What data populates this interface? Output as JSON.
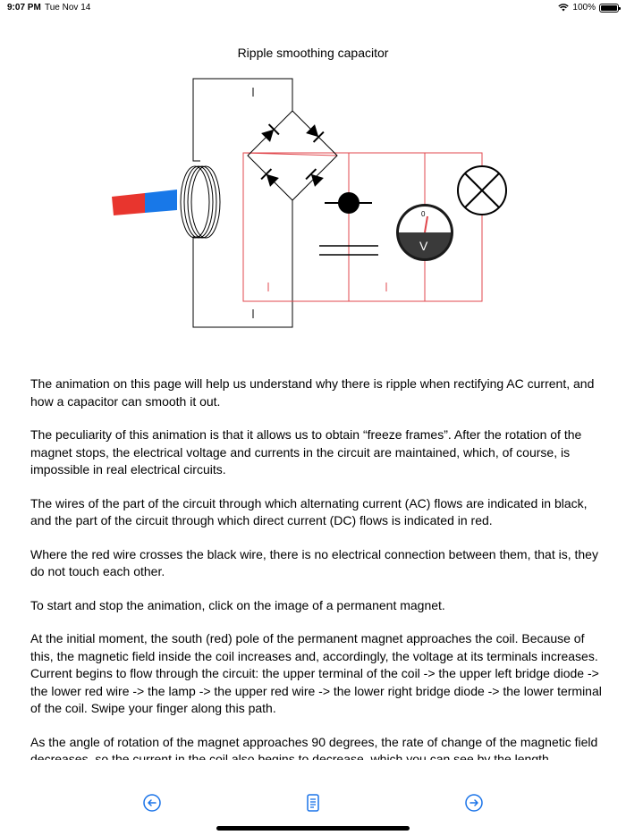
{
  "status_bar": {
    "time": "9:07 PM",
    "date": "Tue Nov 14",
    "battery": "100%"
  },
  "page": {
    "title": "Ripple smoothing capacitor"
  },
  "diagram": {
    "meter_symbol": "V",
    "meter_zero": "0",
    "colors": {
      "ac_wire": "#000000",
      "dc_wire": "#e0474c",
      "magnet_south": "#e8352e",
      "magnet_north": "#1878e8"
    }
  },
  "content": {
    "paragraphs": [
      "The animation on this page will help us understand why there is ripple when rectifying AC current, and how a capacitor can smooth it out.",
      "The peculiarity of this animation is that it allows us to obtain “freeze frames”. After the rotation of the magnet stops, the electrical voltage and currents in the circuit are maintained, which, of course, is impossible in real electrical circuits.",
      "The wires of the part of the circuit through which alternating current (AC) flows are indicated in black, and the part of the circuit through which direct current (DC) flows is indicated in red.",
      "Where the red wire crosses the black wire, there is no electrical connection between them, that is, they do not touch each other.",
      "To start and stop the animation, click on the image of a permanent magnet.",
      "At the initial moment, the south (red) pole of the permanent magnet approaches the coil. Because of this, the magnetic field inside the coil increases and, accordingly, the voltage at its terminals increases. Current begins to flow through the circuit: the upper terminal of the coil -> the upper left bridge diode -> the lower red wire -> the lamp -> the upper red wire -> the lower right bridge diode -> the lower terminal of the coil. Swipe your finger along this path.",
      "As the angle of rotation of the magnet approaches 90 degrees, the rate of change of the magnetic field decreases, so the current in the coil also begins to decrease, which you can see by the length"
    ]
  },
  "toolbar": {
    "back_icon": "arrow-left-circle-icon",
    "contents_icon": "document-list-icon",
    "forward_icon": "arrow-right-circle-icon",
    "accent_color": "#1a73e8"
  }
}
